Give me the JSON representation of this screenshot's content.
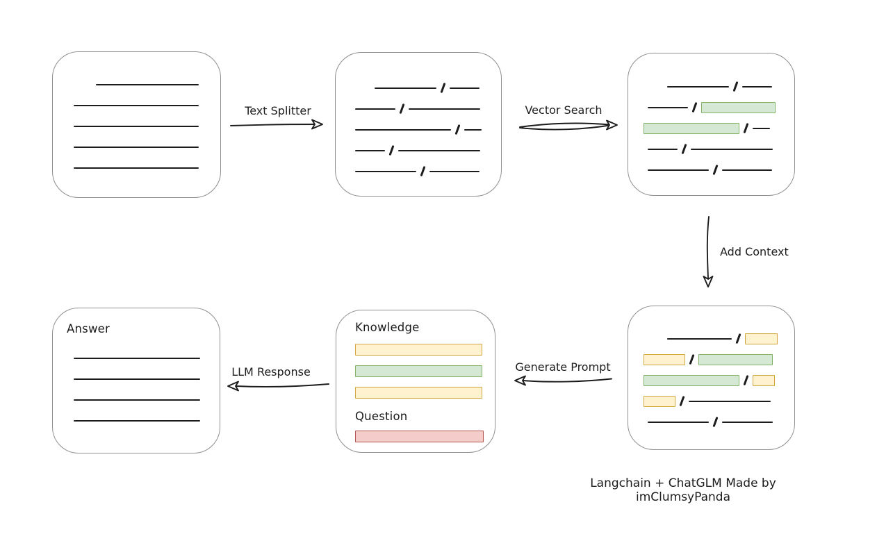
{
  "colors": {
    "box_border": "#8f8f8f",
    "line": "#1c1c1c",
    "green_fill": "#d5e8d4",
    "green_border": "#82b366",
    "yellow_fill": "#fef2cf",
    "yellow_border": "#d2a73f",
    "red_fill": "#f4ccc9",
    "red_border": "#b25450"
  },
  "labels": {
    "text_splitter": "Text Splitter",
    "vector_search": "Vector Search",
    "add_context": "Add Context",
    "generate_prompt": "Generate Prompt",
    "llm_response": "LLM Response",
    "caption": "Langchain + ChatGLM Made by imClumsyPanda"
  },
  "boxes": {
    "document": {
      "rows": [
        [
          {
            "t": "gap",
            "w": 42
          },
          {
            "t": "line",
            "w": 148
          }
        ],
        [
          {
            "t": "gap",
            "w": 10
          },
          {
            "t": "line",
            "w": 180
          }
        ],
        [
          {
            "t": "gap",
            "w": 10
          },
          {
            "t": "line",
            "w": 180
          }
        ],
        [
          {
            "t": "gap",
            "w": 10
          },
          {
            "t": "line",
            "w": 180
          }
        ],
        [
          {
            "t": "gap",
            "w": 10
          },
          {
            "t": "line",
            "w": 180
          }
        ]
      ]
    },
    "chunks": {
      "rows": [
        [
          {
            "t": "gap",
            "w": 36
          },
          {
            "t": "line",
            "w": 89
          },
          {
            "t": "slash"
          },
          {
            "t": "line",
            "w": 43
          }
        ],
        [
          {
            "t": "gap",
            "w": 8
          },
          {
            "t": "line",
            "w": 58
          },
          {
            "t": "slash"
          },
          {
            "t": "line",
            "w": 103
          }
        ],
        [
          {
            "t": "gap",
            "w": 8
          },
          {
            "t": "line",
            "w": 138
          },
          {
            "t": "slash"
          },
          {
            "t": "line",
            "w": 25
          }
        ],
        [
          {
            "t": "gap",
            "w": 8
          },
          {
            "t": "line",
            "w": 43
          },
          {
            "t": "slash"
          },
          {
            "t": "line",
            "w": 118
          }
        ],
        [
          {
            "t": "gap",
            "w": 8
          },
          {
            "t": "line",
            "w": 88
          },
          {
            "t": "slash"
          },
          {
            "t": "line",
            "w": 72
          }
        ]
      ]
    },
    "searched": {
      "rows": [
        [
          {
            "t": "gap",
            "w": 36
          },
          {
            "t": "line",
            "w": 89
          },
          {
            "t": "slash"
          },
          {
            "t": "line",
            "w": 43
          }
        ],
        [
          {
            "t": "gap",
            "w": 8
          },
          {
            "t": "line",
            "w": 58
          },
          {
            "t": "slash"
          },
          {
            "t": "green",
            "w": 107
          }
        ],
        [
          {
            "t": "gap",
            "w": 2
          },
          {
            "t": "green",
            "w": 138
          },
          {
            "t": "slash"
          },
          {
            "t": "line",
            "w": 25
          }
        ],
        [
          {
            "t": "gap",
            "w": 8
          },
          {
            "t": "line",
            "w": 43
          },
          {
            "t": "slash"
          },
          {
            "t": "line",
            "w": 118
          }
        ],
        [
          {
            "t": "gap",
            "w": 8
          },
          {
            "t": "line",
            "w": 88
          },
          {
            "t": "slash"
          },
          {
            "t": "line",
            "w": 72
          }
        ]
      ]
    },
    "context": {
      "rows": [
        [
          {
            "t": "gap",
            "w": 36
          },
          {
            "t": "line",
            "w": 93
          },
          {
            "t": "slash"
          },
          {
            "t": "yellow",
            "w": 47
          }
        ],
        [
          {
            "t": "gap",
            "w": 2
          },
          {
            "t": "yellow",
            "w": 60
          },
          {
            "t": "slash"
          },
          {
            "t": "green",
            "w": 107
          }
        ],
        [
          {
            "t": "gap",
            "w": 2
          },
          {
            "t": "green",
            "w": 138
          },
          {
            "t": "slash"
          },
          {
            "t": "yellow",
            "w": 32
          }
        ],
        [
          {
            "t": "gap",
            "w": 2
          },
          {
            "t": "yellow",
            "w": 46
          },
          {
            "t": "slash"
          },
          {
            "t": "line",
            "w": 118
          }
        ],
        [
          {
            "t": "gap",
            "w": 8
          },
          {
            "t": "line",
            "w": 88
          },
          {
            "t": "slash"
          },
          {
            "t": "line",
            "w": 73
          }
        ]
      ]
    },
    "prompt": {
      "knowledge_label": "Knowledge",
      "question_label": "Question",
      "knowledge_bars": [
        {
          "c": "yellow",
          "w": 183
        },
        {
          "c": "green",
          "w": 183
        },
        {
          "c": "yellow",
          "w": 183
        }
      ],
      "question_bars": [
        {
          "c": "red",
          "w": 185
        }
      ]
    },
    "answer": {
      "label": "Answer",
      "rows": [
        [
          {
            "t": "gap",
            "w": 10
          },
          {
            "t": "line",
            "w": 182
          }
        ],
        [
          {
            "t": "gap",
            "w": 10
          },
          {
            "t": "line",
            "w": 182
          }
        ],
        [
          {
            "t": "gap",
            "w": 10
          },
          {
            "t": "line",
            "w": 182
          }
        ],
        [
          {
            "t": "gap",
            "w": 10
          },
          {
            "t": "line",
            "w": 182
          }
        ]
      ]
    }
  }
}
